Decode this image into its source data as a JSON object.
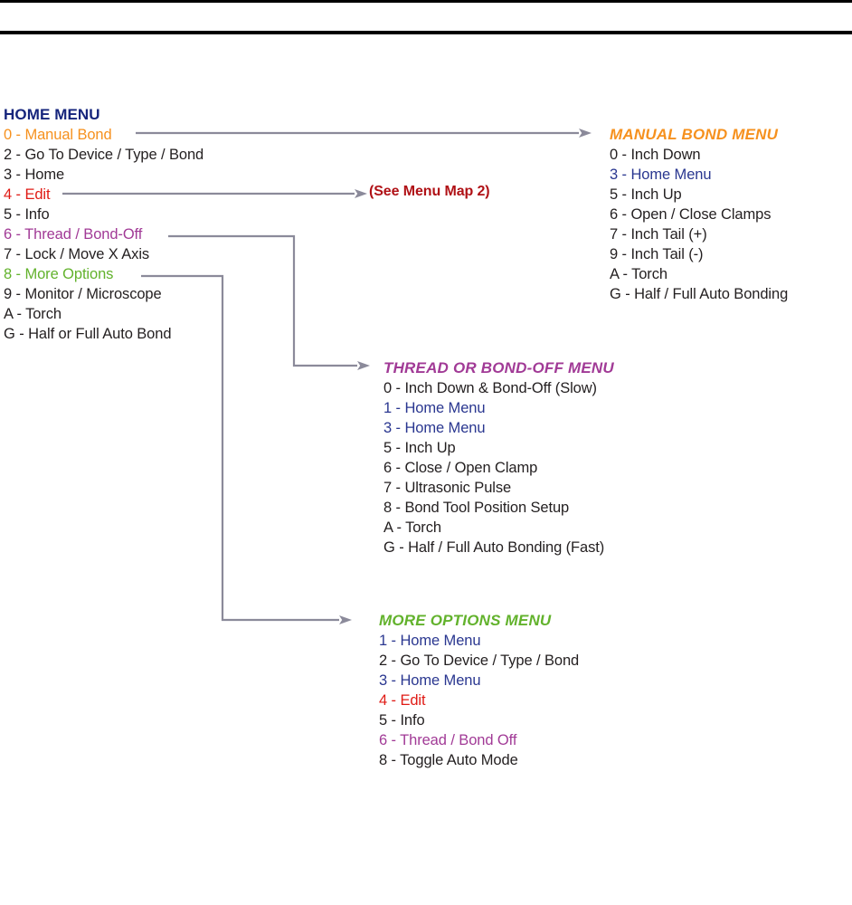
{
  "document": {
    "type": "menu-map-diagram",
    "title_rules": 2
  },
  "colors": {
    "home_title": "#16257c",
    "orange": "#f6911e",
    "red": "#e01b15",
    "purple": "#a13a96",
    "green": "#62b22c",
    "blue_link": "#2a3790",
    "black": "#231f20",
    "connector": "#8b8a9a",
    "note_red": "#b01116"
  },
  "home_menu": {
    "title": "HOME MENU",
    "items": [
      {
        "key": "0",
        "label": "Manual Bond",
        "color": "orange"
      },
      {
        "key": "2",
        "label": "Go To Device / Type / Bond",
        "color": "black"
      },
      {
        "key": "3",
        "label": "Home",
        "color": "black"
      },
      {
        "key": "4",
        "label": "Edit",
        "color": "red"
      },
      {
        "key": "5",
        "label": "Info",
        "color": "black"
      },
      {
        "key": "6",
        "label": "Thread / Bond-Off",
        "color": "purple"
      },
      {
        "key": "7",
        "label": "Lock / Move X Axis",
        "color": "black"
      },
      {
        "key": "8",
        "label": "More Options",
        "color": "green"
      },
      {
        "key": "9",
        "label": "Monitor / Microscope",
        "color": "black"
      },
      {
        "key": "A",
        "label": "Torch",
        "color": "black"
      },
      {
        "key": "G",
        "label": "Half or Full Auto Bond",
        "color": "black"
      }
    ]
  },
  "manual_bond_menu": {
    "title": "MANUAL BOND MENU",
    "items": [
      {
        "key": "0",
        "label": "Inch Down",
        "color": "black"
      },
      {
        "key": "3",
        "label": "Home Menu",
        "color": "blue_link"
      },
      {
        "key": "5",
        "label": "Inch Up",
        "color": "black"
      },
      {
        "key": "6",
        "label": "Open / Close Clamps",
        "color": "black"
      },
      {
        "key": "7",
        "label": "Inch Tail (+)",
        "color": "black"
      },
      {
        "key": "9",
        "label": "Inch Tail (-)",
        "color": "black"
      },
      {
        "key": "A",
        "label": "Torch",
        "color": "black"
      },
      {
        "key": "G",
        "label": "Half / Full Auto Bonding",
        "color": "black"
      }
    ]
  },
  "thread_menu": {
    "title": "THREAD OR BOND-OFF MENU",
    "items": [
      {
        "key": "0",
        "label": "Inch Down & Bond-Off (Slow)",
        "color": "black"
      },
      {
        "key": "1",
        "label": "Home Menu",
        "color": "blue_link"
      },
      {
        "key": "3",
        "label": "Home Menu",
        "color": "blue_link"
      },
      {
        "key": "5",
        "label": "Inch Up",
        "color": "black"
      },
      {
        "key": "6",
        "label": "Close / Open Clamp",
        "color": "black"
      },
      {
        "key": "7",
        "label": "Ultrasonic Pulse",
        "color": "black"
      },
      {
        "key": "8",
        "label": "Bond Tool Position Setup",
        "color": "black"
      },
      {
        "key": "A",
        "label": "Torch",
        "color": "black"
      },
      {
        "key": "G",
        "label": "Half / Full Auto Bonding (Fast)",
        "color": "black"
      }
    ]
  },
  "more_options_menu": {
    "title": "MORE OPTIONS MENU",
    "items": [
      {
        "key": "1",
        "label": "Home Menu",
        "color": "blue_link"
      },
      {
        "key": "2",
        "label": "Go To Device / Type / Bond",
        "color": "black"
      },
      {
        "key": "3",
        "label": "Home Menu",
        "color": "blue_link"
      },
      {
        "key": "4",
        "label": "Edit",
        "color": "red"
      },
      {
        "key": "5",
        "label": "Info",
        "color": "black"
      },
      {
        "key": "6",
        "label": "Thread / Bond Off",
        "color": "purple"
      },
      {
        "key": "8",
        "label": "Toggle Auto Mode",
        "color": "black"
      }
    ]
  },
  "notes": {
    "see_menu_map_2": "(See Menu Map 2)"
  },
  "connectors": [
    {
      "from": "home-menu-item-0",
      "to": "manual-bond-menu"
    },
    {
      "from": "home-menu-item-4",
      "to": "see-menu-map-2"
    },
    {
      "from": "home-menu-item-6",
      "to": "thread-menu"
    },
    {
      "from": "home-menu-item-8",
      "to": "more-options-menu"
    }
  ]
}
